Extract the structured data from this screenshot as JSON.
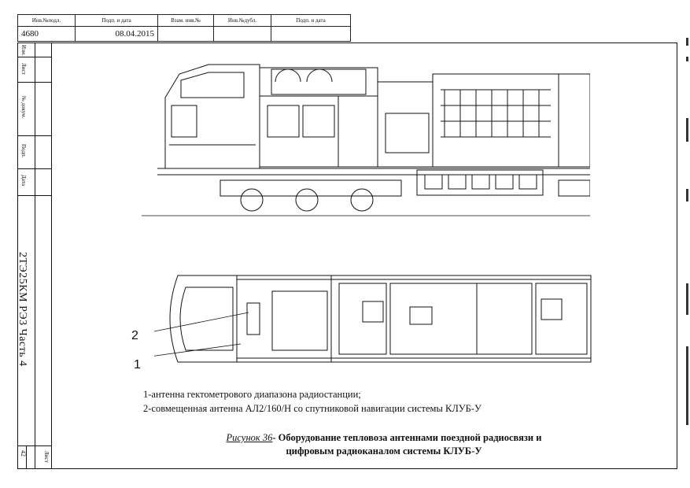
{
  "stamp": {
    "headers": [
      "Инв.№подл.",
      "Подп. и дата",
      "Взам. инв.№",
      "Инв.№дубл.",
      "Подп. и дата"
    ],
    "values": [
      "4680",
      "08.04.2015",
      "",
      "",
      ""
    ]
  },
  "side_labels": [
    "Изм.",
    "Лист",
    "№ докум.",
    "Подп.",
    "Дата"
  ],
  "document_code": "2ТЭ25КМ   РЭ3     Часть 4",
  "sheet": {
    "number": "42",
    "label": "Лист"
  },
  "callouts": [
    "2",
    "1"
  ],
  "legend": [
    "1-антенна гектометрового диапазона радиостанции;",
    "2-совмещенная антенна АЛ2/160/Н со спутниковой навигации системы КЛУБ-У"
  ],
  "caption": {
    "figure": "Рисунок 36",
    "text_line1": "- Оборудование тепловоза антеннами поездной радиосвязи и",
    "text_line2": "цифровым радиоканалом системы КЛУБ-У"
  }
}
